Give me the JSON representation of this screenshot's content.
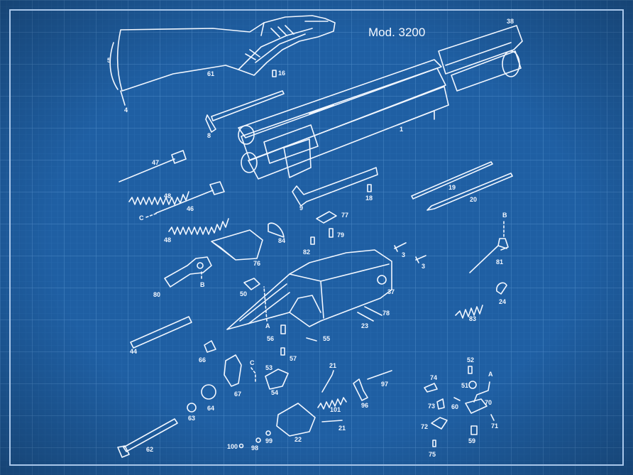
{
  "title": "Mod. 3200",
  "colors": {
    "background": "#1f5fa3",
    "grid_minor": "#2e6fb3",
    "grid_major": "#4b88c6",
    "ink": "#f2f7ff"
  },
  "labels": [
    "1",
    "3",
    "3",
    "4",
    "5",
    "8",
    "9",
    "16",
    "18",
    "19",
    "20",
    "21",
    "21",
    "22",
    "23",
    "24",
    "37",
    "38",
    "44",
    "46",
    "47",
    "48",
    "48",
    "50",
    "51",
    "52",
    "53",
    "54",
    "55",
    "56",
    "57",
    "59",
    "60",
    "61",
    "62",
    "63",
    "64",
    "66",
    "67",
    "70",
    "71",
    "72",
    "73",
    "74",
    "75",
    "76",
    "77",
    "78",
    "79",
    "80",
    "81",
    "82",
    "83",
    "84",
    "96",
    "97",
    "98",
    "99",
    "100",
    "101",
    "A",
    "A",
    "B",
    "B",
    "C",
    "C"
  ]
}
